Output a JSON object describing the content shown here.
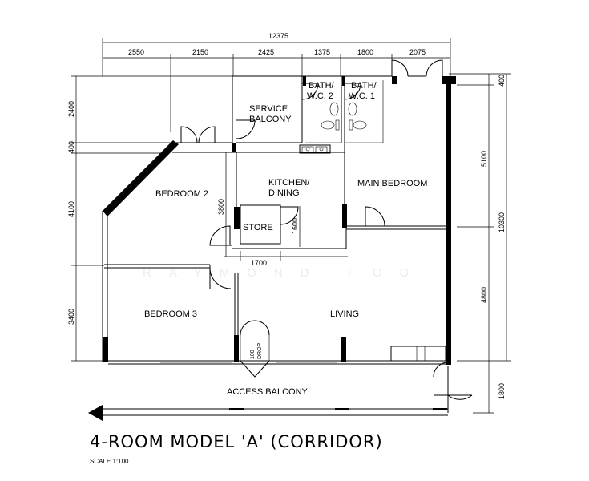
{
  "title": "4-ROOM MODEL 'A' (CORRIDOR)",
  "scale": "SCALE 1:100",
  "watermark": "RAYMOND FOO",
  "rooms": {
    "service_balcony_1": "SERVICE",
    "service_balcony_2": "BALCONY",
    "bath2_1": "BATH/",
    "bath2_2": "W.C. 2",
    "bath1_1": "BATH/",
    "bath1_2": "W.C. 1",
    "bedroom2": "BEDROOM 2",
    "kitchen_1": "KITCHEN/",
    "kitchen_2": "DINING",
    "main_bedroom": "MAIN BEDROOM",
    "store": "STORE",
    "bedroom3": "BEDROOM 3",
    "living": "LIVING",
    "access_balcony": "ACCESS BALCONY",
    "drop_1": "100",
    "drop_2": "DROP"
  },
  "dimensions": {
    "top_total": "12375",
    "top": [
      "2550",
      "2150",
      "2425",
      "1375",
      "1800",
      "2075"
    ],
    "left": [
      "2400",
      "400",
      "4100",
      "3400"
    ],
    "right_total": "10300",
    "right": [
      "400",
      "5100",
      "4800",
      "1800"
    ],
    "interior": {
      "kitchen_height": "3800",
      "store_height": "1600",
      "store_width": "1700"
    }
  }
}
